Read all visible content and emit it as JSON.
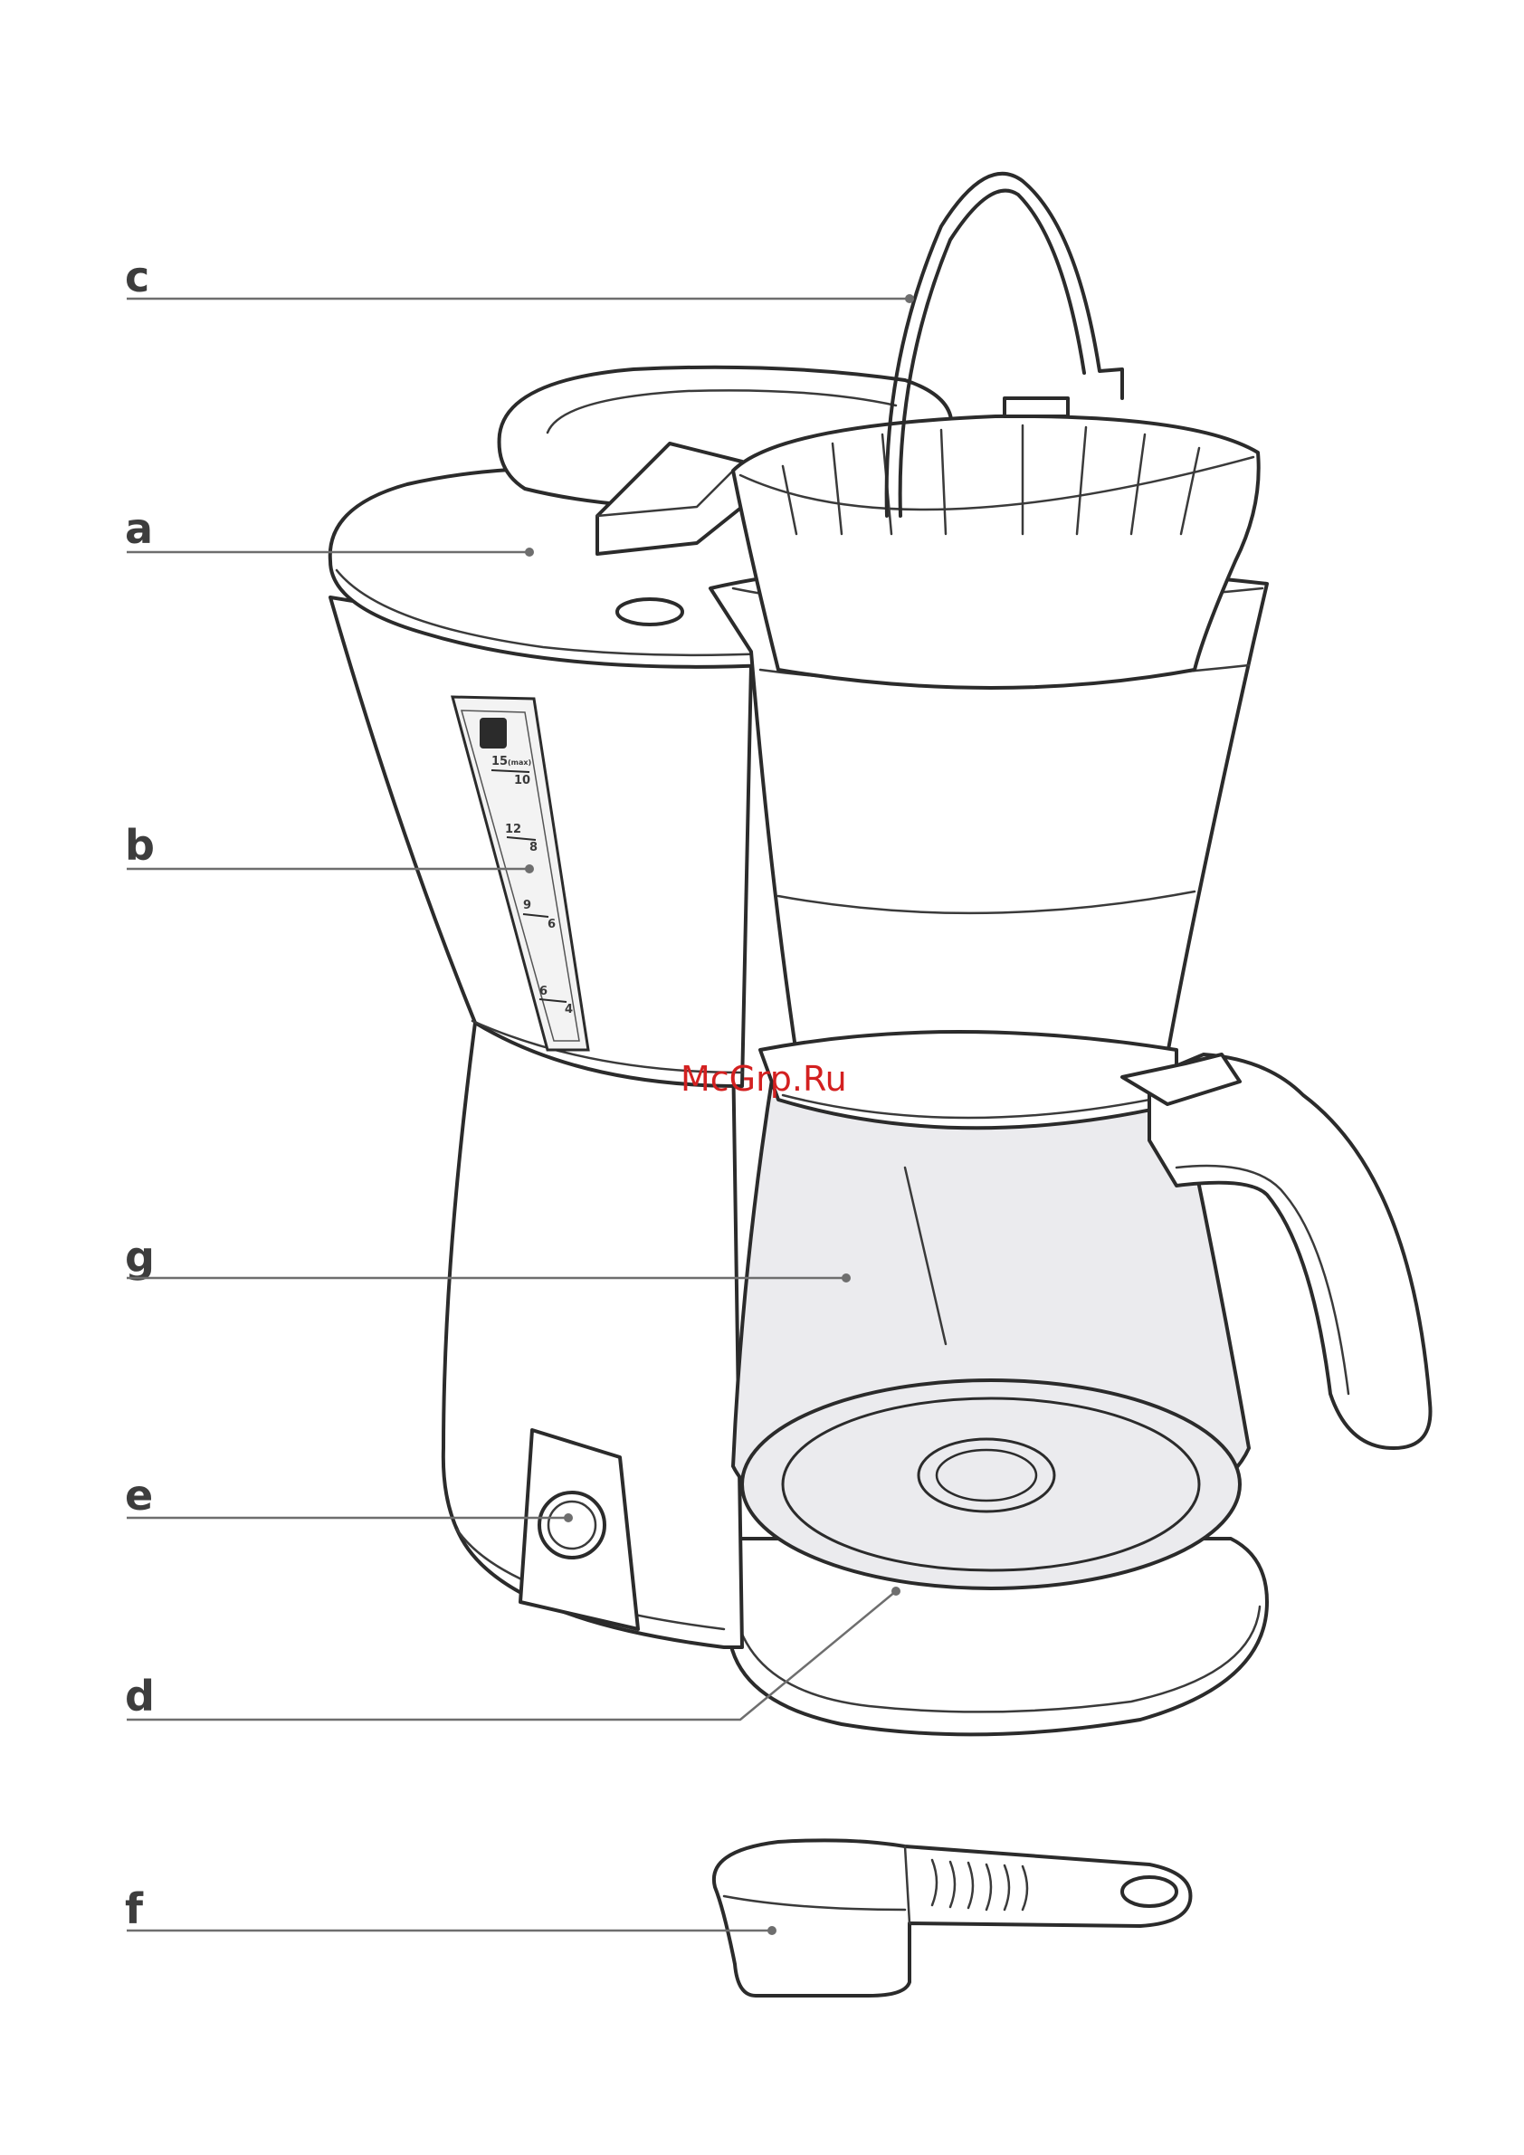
{
  "labels": {
    "a": "a",
    "b": "b",
    "c": "c",
    "d": "d",
    "e": "e",
    "f": "f",
    "g": "g"
  },
  "water_gauge": {
    "marks": [
      {
        "top": "15",
        "top_note": "(max)",
        "bottom": "10"
      },
      {
        "top": "12",
        "bottom": "8"
      },
      {
        "top": "9",
        "bottom": "6"
      },
      {
        "top": "6",
        "bottom": "4"
      }
    ]
  },
  "watermark": "McGrp.Ru",
  "colors": {
    "line": "#2b2b2b",
    "leader": "#6e6e6e",
    "glass": "#ebebee",
    "watermark": "#d32020"
  }
}
